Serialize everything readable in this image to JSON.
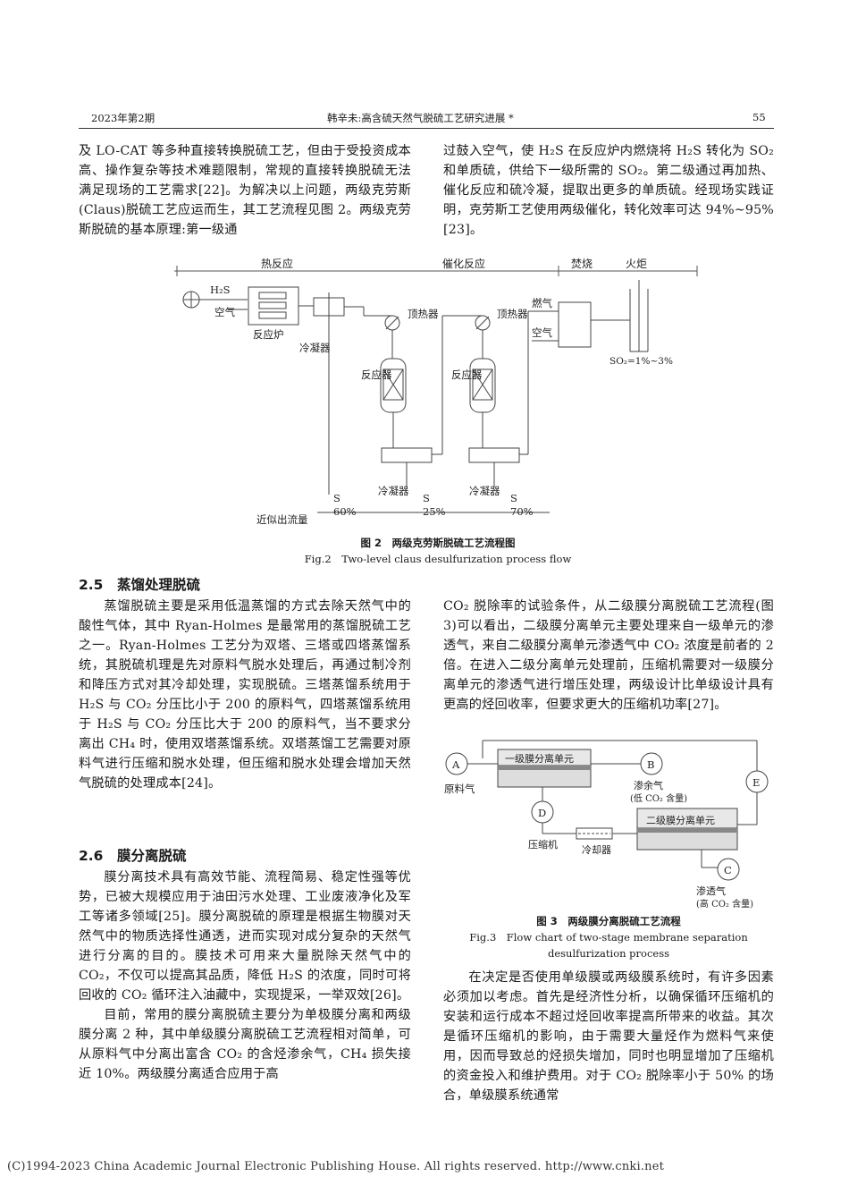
{
  "header": {
    "issue": "2023年第2期",
    "title": "韩辛未:高含硫天然气脱硫工艺研究进展 *",
    "page": "55"
  },
  "left_top": [
    "及 LO-CAT 等多种直接转换脱硫工艺，但由于受投资成本高、操作复杂等技术难题限制，常规的直接转换脱硫无法满足现场的工艺需求[22]。为解决以上问题，两级克劳斯(Claus)脱硫工艺应运而生，其工艺流程见图 2。两级克劳斯脱硫的基本原理:第一级通"
  ],
  "right_top": [
    "过鼓入空气，使 H₂S 在反应炉内燃烧将 H₂S 转化为 SO₂ 和单质硫，供给下一级所需的 SO₂。第二级通过再加热、催化反应和硫冷凝，提取出更多的单质硫。经现场实践证明，克劳斯工艺使用两级催化，转化效率可达 94%~95%[23]。"
  ],
  "fig2": {
    "zone_thermal": "热反应",
    "zone_catalytic": "催化反应",
    "zone_incin": "焚烧",
    "zone_flare": "火炬",
    "h2s": "H₂S",
    "air": "空气",
    "furnace": "反应炉",
    "condenser": "冷凝器",
    "top_heater": "顶热器",
    "reactor": "反应器",
    "fuel_gas": "燃气",
    "air2": "空气",
    "so2": "SO₂=1%~3%",
    "s1": "S",
    "p1": "60%",
    "s2": "S",
    "p2": "25%",
    "s3": "S",
    "p3": "70%",
    "approx_flow": "近似出流量",
    "caption_cn": "图 2　两级克劳斯脱硫工艺流程图",
    "caption_en": "Fig.2　Two-level claus desulfurization process flow"
  },
  "sec25": {
    "title": "2.5　蒸馏处理脱硫",
    "text": "蒸馏脱硫主要是采用低温蒸馏的方式去除天然气中的酸性气体，其中 Ryan-Holmes 是最常用的蒸馏脱硫工艺之一。Ryan-Holmes 工艺分为双塔、三塔或四塔蒸馏系统，其脱硫机理是先对原料气脱水处理后，再通过制冷剂和降压方式对其冷却处理，实现脱硫。三塔蒸馏系统用于 H₂S 与 CO₂ 分压比小于 200 的原料气，四塔蒸馏系统用于 H₂S 与 CO₂ 分压比大于 200 的原料气，当不要求分离出 CH₄ 时，使用双塔蒸馏系统。双塔蒸馏工艺需要对原料气进行压缩和脱水处理，但压缩和脱水处理会增加天然气脱硫的处理成本[24]。"
  },
  "sec26": {
    "title": "2.6　膜分离脱硫",
    "p1": "膜分离技术具有高效节能、流程简易、稳定性强等优势，已被大规模应用于油田污水处理、工业废液净化及军工等诸多领域[25]。膜分离脱硫的原理是根据生物膜对天然气中的物质选择性通透，进而实现对成分复杂的天然气进行分离的目的。膜技术可用来大量脱除天然气中的 CO₂，不仅可以提高其品质，降低 H₂S 的浓度，同时可将回收的 CO₂ 循环注入油藏中，实现提采，一举双效[26]。",
    "p2": "目前，常用的膜分离脱硫主要分为单极膜分离和两级膜分离 2 种，其中单级膜分离脱硫工艺流程相对简单，可从原料气中分离出富含 CO₂ 的含烃渗余气，CH₄ 损失接近 10%。两级膜分离适合应用于高"
  },
  "right_mid": "CO₂ 脱除率的试验条件，从二级膜分离脱硫工艺流程(图 3)可以看出，二级膜分离单元主要处理来自一级单元的渗透气，来自二级膜分离单元渗透气中 CO₂ 浓度是前者的 2 倍。在进入二级分离单元处理前，压缩机需要对一级膜分离单元的渗透气进行增压处理，两级设计比单级设计具有更高的烃回收率，但要求更大的压缩机功率[27]。",
  "fig3": {
    "a": "A",
    "b": "B",
    "c": "C",
    "d": "D",
    "e": "E",
    "feed": "原料气",
    "unit1": "一级膜分离单元",
    "unit2": "二级膜分离单元",
    "retentate": "渗余气",
    "retentate_note": "(低 CO₂ 含量)",
    "compressor": "压缩机",
    "cooler": "冷却器",
    "permeate": "渗透气",
    "permeate_note": "(高 CO₂ 含量)",
    "caption_cn": "图 3　两级膜分离脱硫工艺流程",
    "caption_en1": "Fig.3　Flow chart of two-stage membrane separation",
    "caption_en2": "desulfurization process"
  },
  "right_bottom": "在决定是否使用单级膜或两级膜系统时，有许多因素必须加以考虑。首先是经济性分析，以确保循环压缩机的安装和运行成本不超过烃回收率提高所带来的收益。其次是循环压缩机的影响，由于需要大量烃作为燃料气来使用，因而导致总的烃损失增加，同时也明显增加了压缩机的资金投入和维护费用。对于 CO₂ 脱除率小于 50% 的场合，单级膜系统通常",
  "footer": "(C)1994-2023 China Academic Journal Electronic Publishing House. All rights reserved.    http://www.cnki.net"
}
